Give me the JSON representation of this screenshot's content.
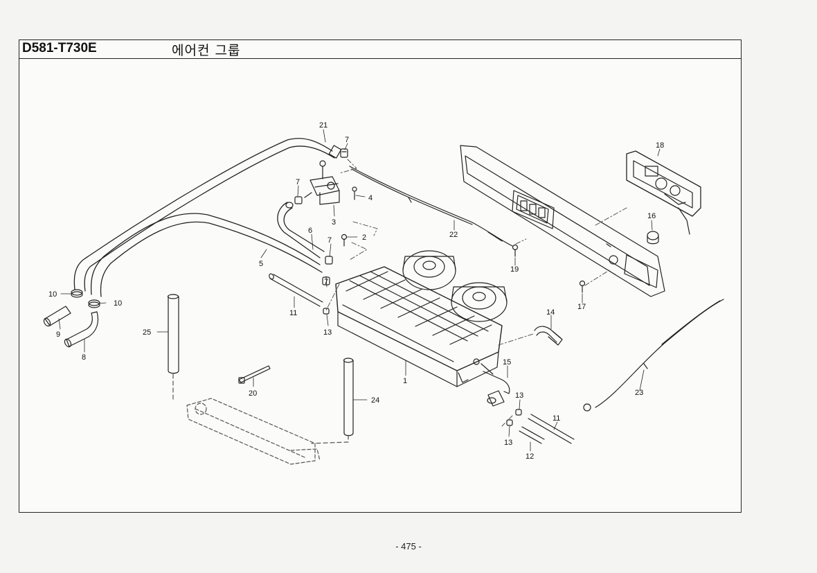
{
  "header": {
    "code": "D581-T730E",
    "title": "에어컨  그룹"
  },
  "footer": {
    "page_number": "- 475 -"
  },
  "callouts": {
    "c1": "1",
    "c2": "2",
    "c3": "3",
    "c4": "4",
    "c5": "5",
    "c6": "6",
    "c7a": "7",
    "c7b": "7",
    "c7c": "7",
    "c7d": "7",
    "c8": "8",
    "c9": "9",
    "c10a": "10",
    "c10b": "10",
    "c11a": "11",
    "c11b": "11",
    "c12": "12",
    "c13a": "13",
    "c13b": "13",
    "c13c": "13",
    "c14": "14",
    "c15": "15",
    "c16": "16",
    "c17": "17",
    "c18": "18",
    "c19": "19",
    "c20": "20",
    "c21": "21",
    "c22": "22",
    "c23": "23",
    "c24": "24",
    "c25": "25"
  }
}
